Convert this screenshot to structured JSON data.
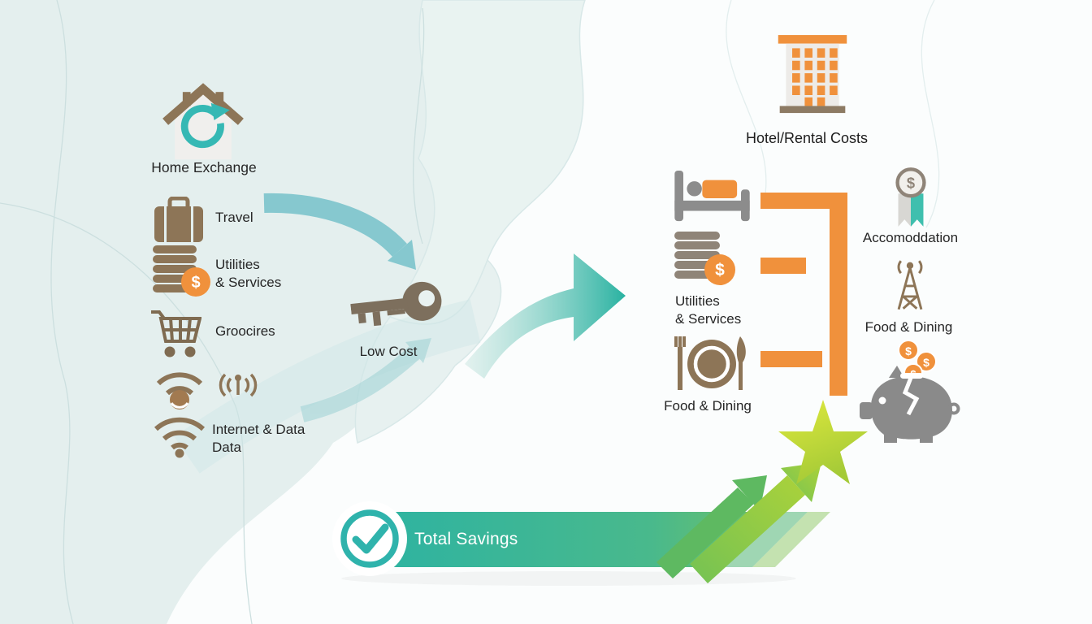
{
  "symbols": {
    "dollar": "$"
  },
  "left_panel": {
    "home_exchange_label": "Home Exchange",
    "items": [
      {
        "label": "Travel"
      },
      {
        "line1": "Utilities",
        "line2": "& Services"
      },
      {
        "label": "Groocires"
      },
      {
        "line1": "Internet & Data",
        "line2": "Data"
      }
    ],
    "low_cost_label": "Low Cost"
  },
  "right_panel": {
    "hotel_label": "Hotel/Rental Costs",
    "utilities": {
      "line1": "Utilities",
      "line2": "& Services"
    },
    "food_dining_label": "Food & Dining",
    "accommodation_label": "Accomoddation",
    "food_dining_right_label": "Food & Dining"
  },
  "banner": {
    "total_savings_label": "Total Savings"
  },
  "colors": {
    "teal": "#35b7b2",
    "orange": "#f0913c",
    "brown": "#8a7458",
    "gray": "#8c8c8c",
    "banner_gradient_start": "#2db3a2",
    "banner_gradient_end": "#6fc167",
    "arrow_green": "#9bc93d",
    "star_yellow_green": "#c6dd3a"
  }
}
